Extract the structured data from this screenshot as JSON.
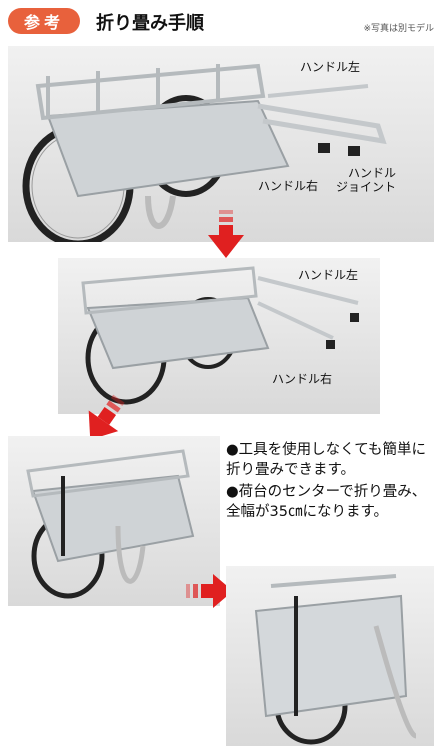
{
  "header": {
    "badge": "参考",
    "title": "折り畳み手順",
    "note": "※写真は別モデル"
  },
  "step1": {
    "handle_left": "ハンドル左",
    "handle_right": "ハンドル右",
    "joint_line1": "ハンドル",
    "joint_line2": "ジョイント"
  },
  "step2": {
    "handle_left": "ハンドル左",
    "handle_right": "ハンドル右"
  },
  "bullets": [
    "●工具を使用しなくても簡単に折り畳みできます。",
    "●荷台のセンターで折り畳み、全幅が35㎝になります。"
  ],
  "colors": {
    "badge": "#e8613c",
    "arrow": "#e02020"
  }
}
